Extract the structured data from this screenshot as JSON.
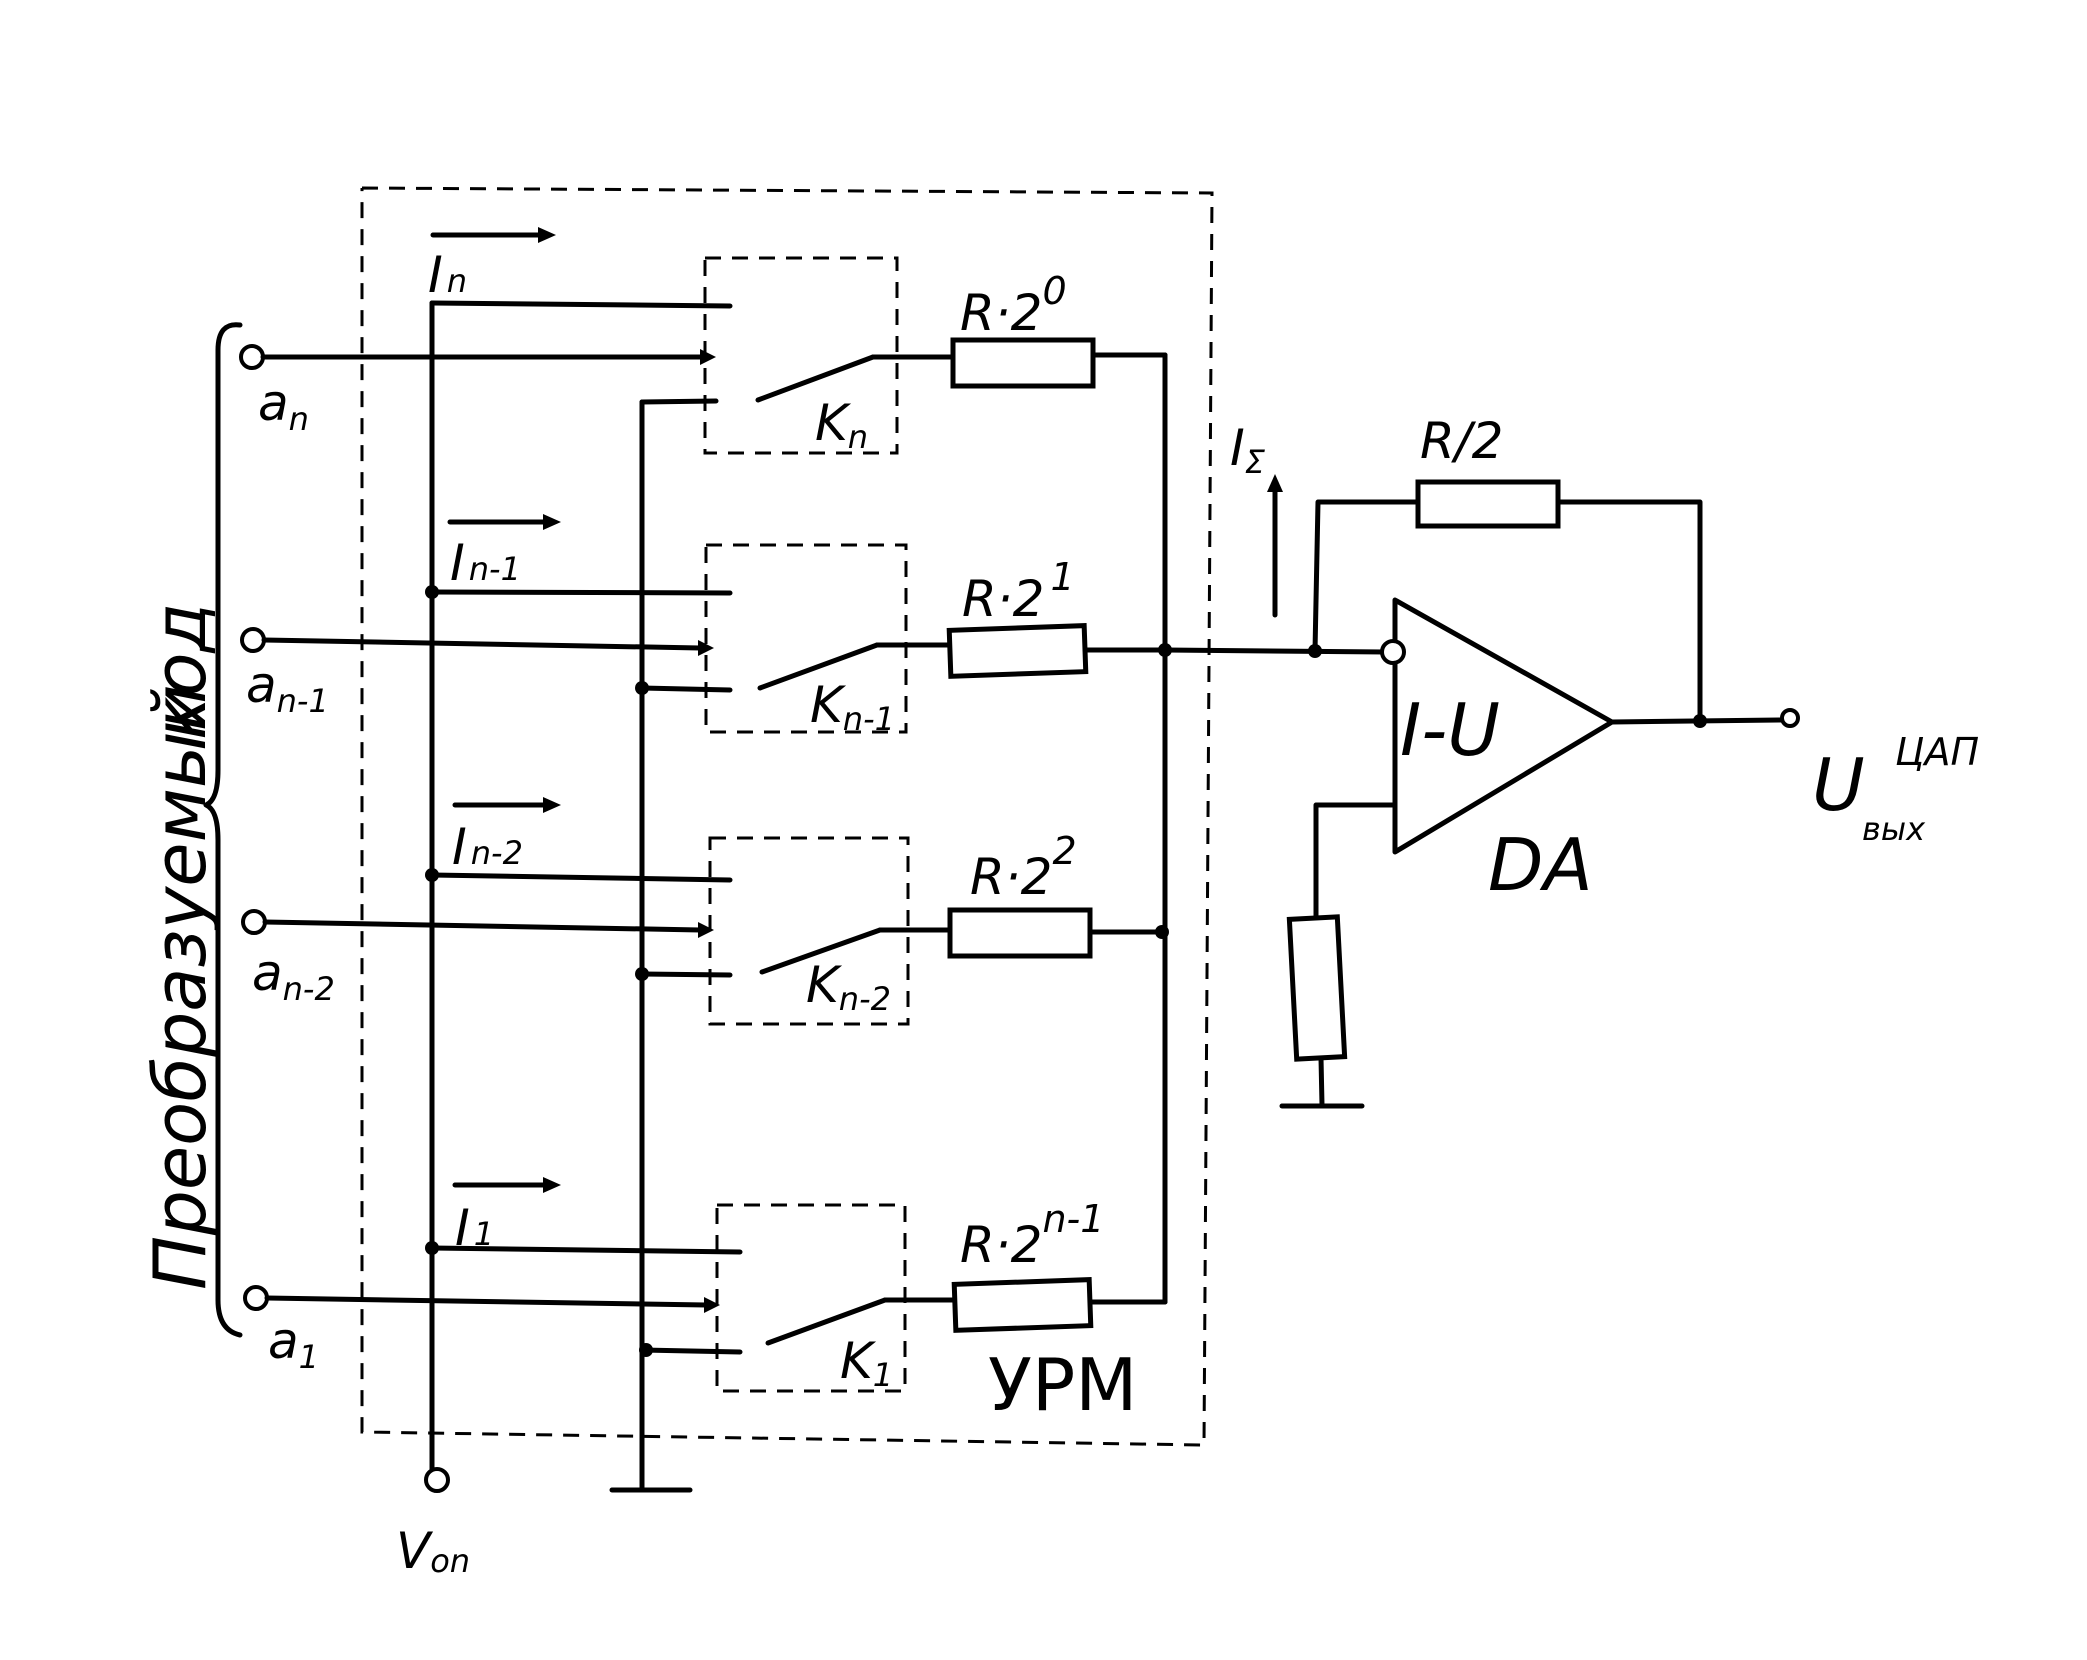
{
  "diagram": {
    "inputs": [
      {
        "main": "a",
        "sub": "n"
      },
      {
        "main": "a",
        "sub": "n-1"
      },
      {
        "main": "a",
        "sub": "n-2"
      },
      {
        "main": "a",
        "sub": "1"
      }
    ],
    "currents": [
      {
        "main": "I",
        "sub": "n"
      },
      {
        "main": "I",
        "sub": "n-1"
      },
      {
        "main": "I",
        "sub": "n-2"
      },
      {
        "main": "I",
        "sub": "1"
      }
    ],
    "switches": [
      {
        "main": "K",
        "sub": "n"
      },
      {
        "main": "K",
        "sub": "n-1"
      },
      {
        "main": "K",
        "sub": "n-2"
      },
      {
        "main": "K",
        "sub": "1"
      }
    ],
    "resistors": [
      {
        "base": "R·2",
        "exp": "0"
      },
      {
        "base": "R·2",
        "exp": "1"
      },
      {
        "base": "R·2",
        "exp": "2"
      },
      {
        "base": "R·2",
        "exp": "n-1"
      }
    ],
    "brace_label_line1": "Преобразуемый",
    "brace_label_line2": "код",
    "block_label": "УРМ",
    "ref_voltage": {
      "main": "V",
      "sub": "on"
    },
    "sum_current": {
      "main": "I",
      "sub": "Σ"
    },
    "feedback_resistor": "R/2",
    "opamp_function": "I-U",
    "opamp_name": "DA",
    "output": {
      "main": "U",
      "sub": "вых",
      "sup": "ЦАП"
    }
  }
}
